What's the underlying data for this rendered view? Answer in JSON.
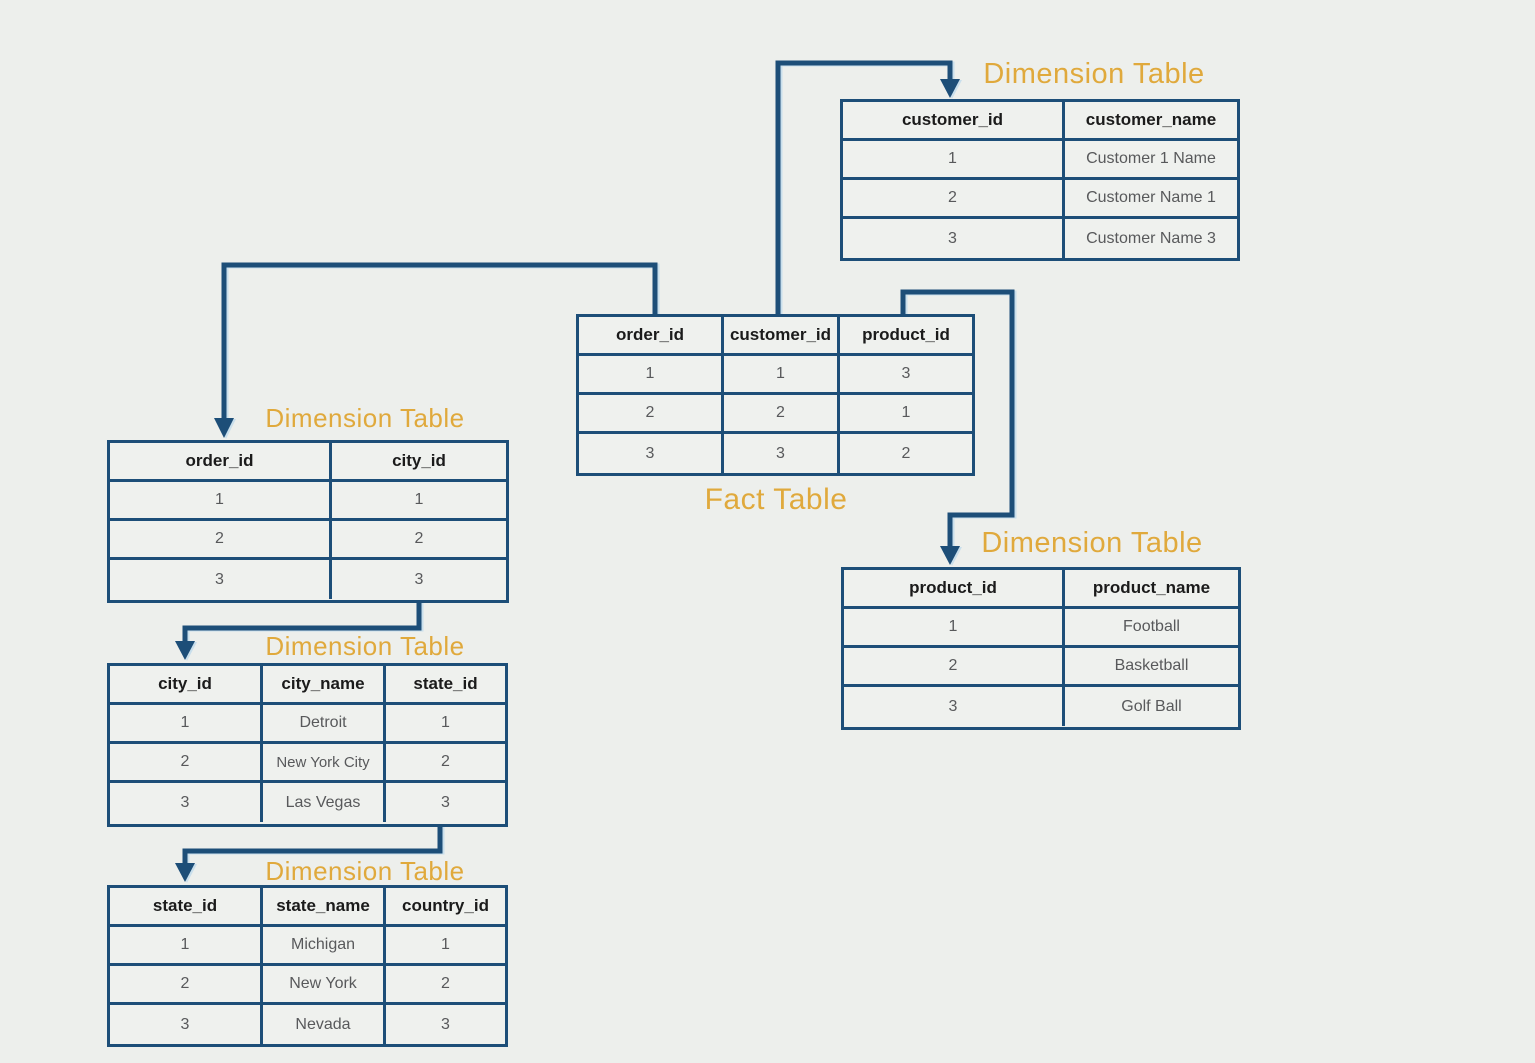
{
  "diagram": {
    "colors": {
      "background": "#edefec",
      "table_border": "#1d4e78",
      "connector_line": "#1d4e78",
      "connector_highlight": "#c9dfec",
      "title_accent": "#e0a93c",
      "header_text": "#1b1b1b",
      "cell_text": "#58595b"
    },
    "tables": [
      {
        "id": "customer-dimension",
        "title": "Dimension Table",
        "columns": [
          "customer_id",
          "customer_name"
        ],
        "rows": [
          [
            "1",
            "Customer 1 Name"
          ],
          [
            "2",
            "Customer Name 1"
          ],
          [
            "3",
            "Customer Name 3"
          ]
        ]
      },
      {
        "id": "fact",
        "title": "Fact Table",
        "columns": [
          "order_id",
          "customer_id",
          "product_id"
        ],
        "rows": [
          [
            "1",
            "1",
            "3"
          ],
          [
            "2",
            "2",
            "1"
          ],
          [
            "3",
            "3",
            "2"
          ]
        ]
      },
      {
        "id": "order-dimension",
        "title": "Dimension Table",
        "columns": [
          "order_id",
          "city_id"
        ],
        "rows": [
          [
            "1",
            "1"
          ],
          [
            "2",
            "2"
          ],
          [
            "3",
            "3"
          ]
        ]
      },
      {
        "id": "city-dimension",
        "title": "Dimension Table",
        "columns": [
          "city_id",
          "city_name",
          "state_id"
        ],
        "rows": [
          [
            "1",
            "Detroit",
            "1"
          ],
          [
            "2",
            "New York City",
            "2"
          ],
          [
            "3",
            "Las Vegas",
            "3"
          ]
        ]
      },
      {
        "id": "state-dimension",
        "title": "Dimension Table",
        "columns": [
          "state_id",
          "state_name",
          "country_id"
        ],
        "rows": [
          [
            "1",
            "Michigan",
            "1"
          ],
          [
            "2",
            "New York",
            "2"
          ],
          [
            "3",
            "Nevada",
            "3"
          ]
        ]
      },
      {
        "id": "product-dimension",
        "title": "Dimension Table",
        "columns": [
          "product_id",
          "product_name"
        ],
        "rows": [
          [
            "1",
            "Football"
          ],
          [
            "2",
            "Basketball"
          ],
          [
            "3",
            "Golf Ball"
          ]
        ]
      }
    ]
  }
}
